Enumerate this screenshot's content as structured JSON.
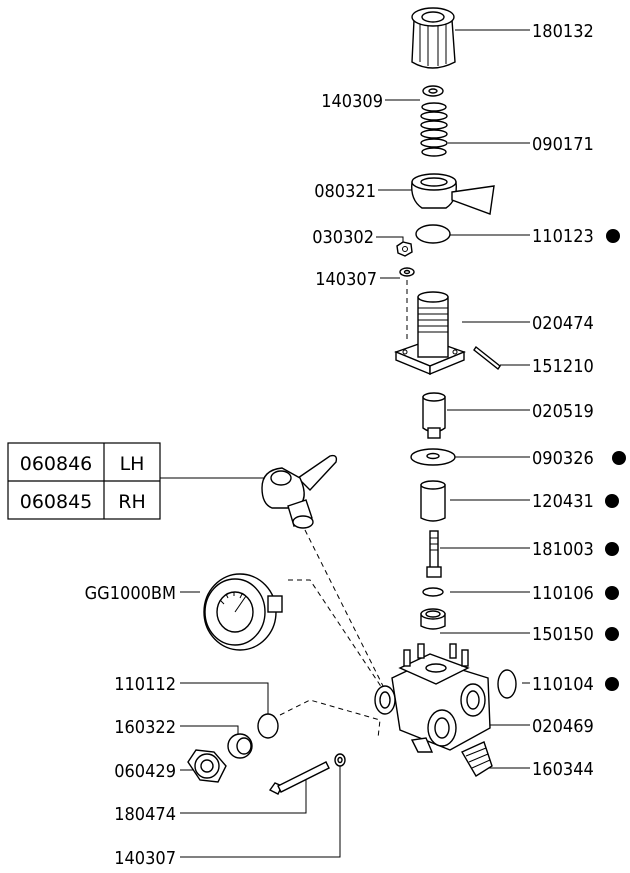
{
  "variant_table": {
    "rows": [
      {
        "code": "060846",
        "side": "LH"
      },
      {
        "code": "060845",
        "side": "RH"
      }
    ]
  },
  "callouts": {
    "p180132": "180132",
    "p140309": "140309",
    "p090171": "090171",
    "p080321": "080321",
    "p030302": "030302",
    "p110123": "110123",
    "p140307a": "140307",
    "p020474": "020474",
    "p151210": "151210",
    "p020519": "020519",
    "p090326": "090326",
    "p120431": "120431",
    "p181003": "181003",
    "gauge": "GG1000BM",
    "p110106": "110106",
    "p150150": "150150",
    "p110112": "110112",
    "p110104": "110104",
    "p160322": "160322",
    "p020469": "020469",
    "p060429": "060429",
    "p160344": "160344",
    "p180474": "180474",
    "p140307b": "140307"
  },
  "marked_parts": [
    "110123",
    "090326",
    "120431",
    "181003",
    "110106",
    "150150",
    "110104"
  ]
}
